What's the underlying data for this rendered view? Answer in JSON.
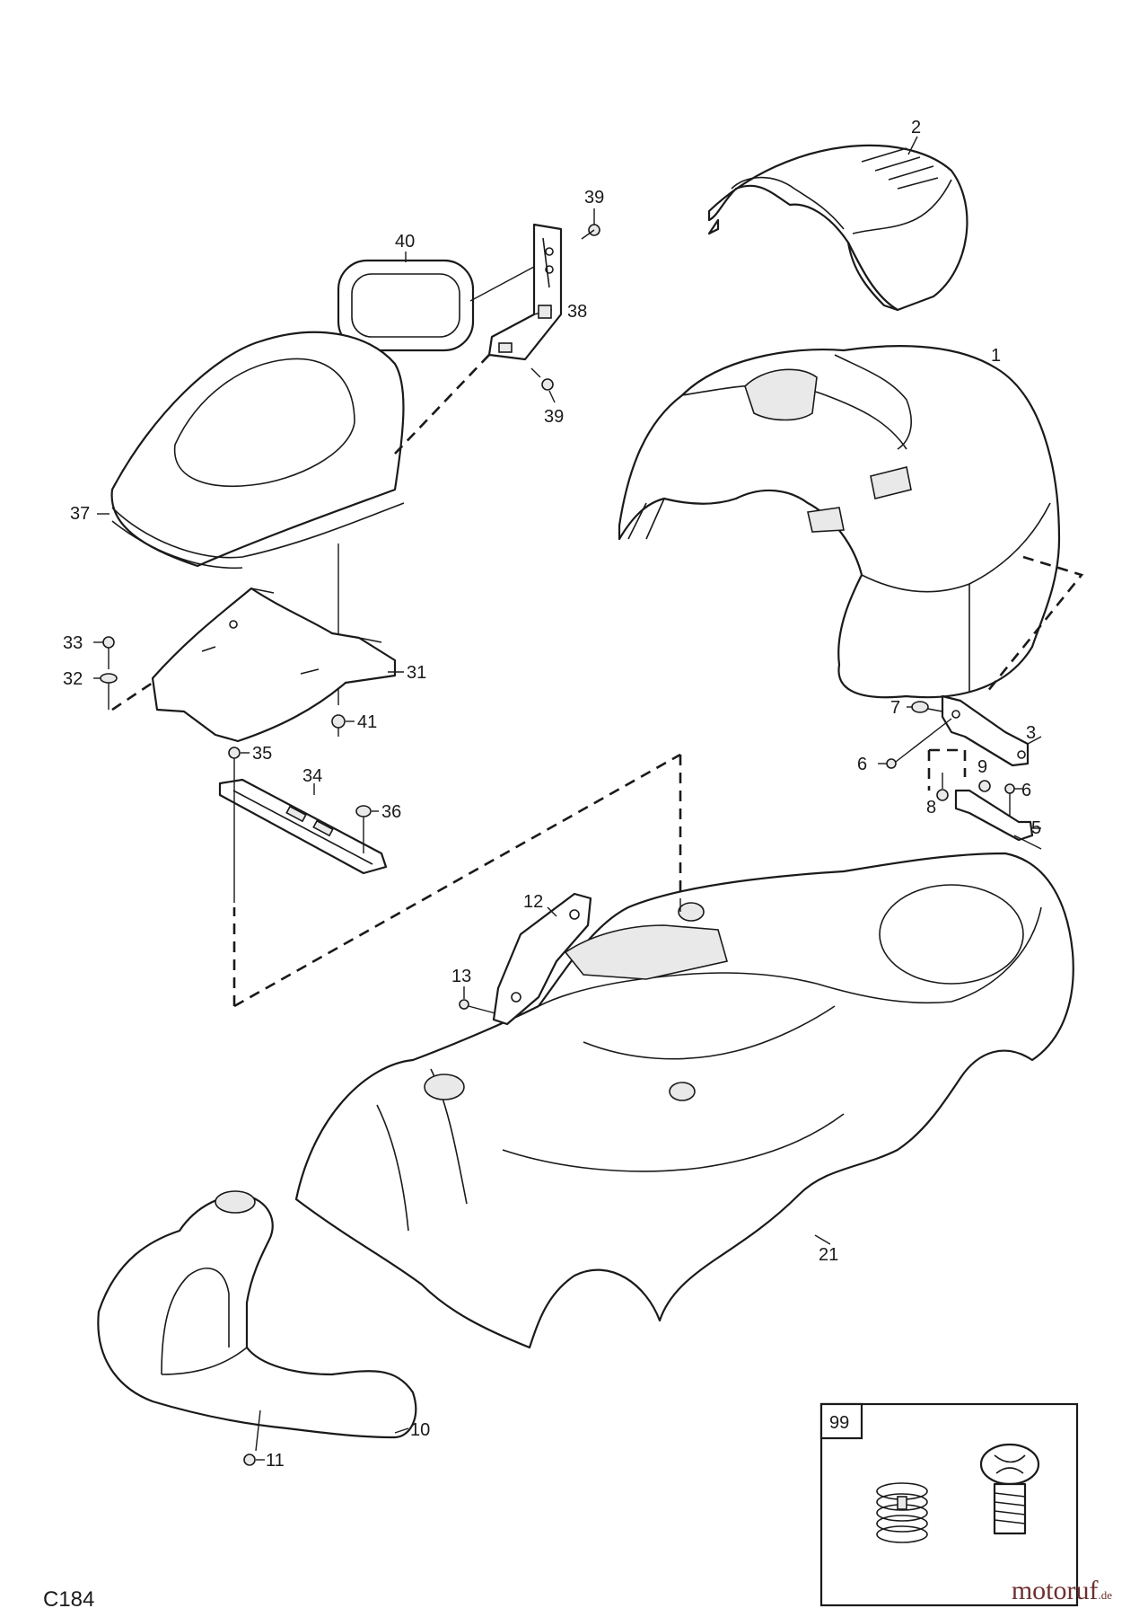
{
  "drawing_code": "C184",
  "brand": {
    "name": "motoruf",
    "suffix": ".de"
  },
  "kit_label": "99",
  "labels": {
    "p1": "1",
    "p2": "2",
    "p3": "3",
    "p5": "5",
    "p6a": "6",
    "p6b": "6",
    "p7": "7",
    "p8": "8",
    "p9": "9",
    "p10": "10",
    "p11": "11",
    "p12": "12",
    "p13": "13",
    "p21": "21",
    "p31": "31",
    "p32": "32",
    "p33": "33",
    "p34": "34",
    "p35": "35",
    "p36": "36",
    "p37": "37",
    "p38": "38",
    "p39a": "39",
    "p39b": "39",
    "p40": "40",
    "p41": "41"
  }
}
